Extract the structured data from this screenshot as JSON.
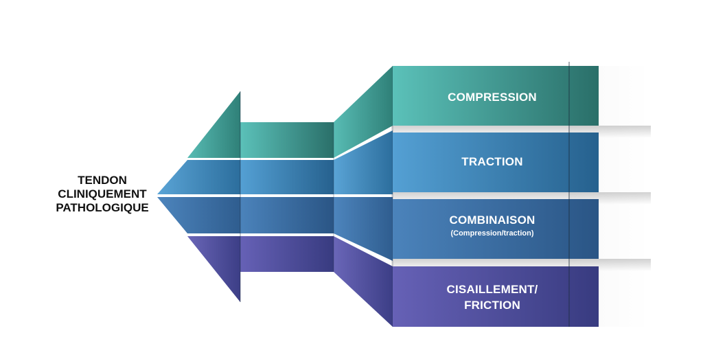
{
  "source": {
    "lines": [
      "TENDON",
      "CLINIQUEMENT",
      "PATHOLOGIQUE"
    ]
  },
  "categories": [
    {
      "title": "COMPRESSION",
      "subtitle": "",
      "color": "#3a9388"
    },
    {
      "title": "TRACTION",
      "subtitle": "",
      "color": "#3e89c1"
    },
    {
      "title": "COMBINAISON",
      "subtitle": "(Compression/traction)",
      "color": "#3e6ea6"
    },
    {
      "title": "CISAILLEMENT/",
      "subtitle": "FRICTION",
      "color": "#52559f"
    }
  ]
}
